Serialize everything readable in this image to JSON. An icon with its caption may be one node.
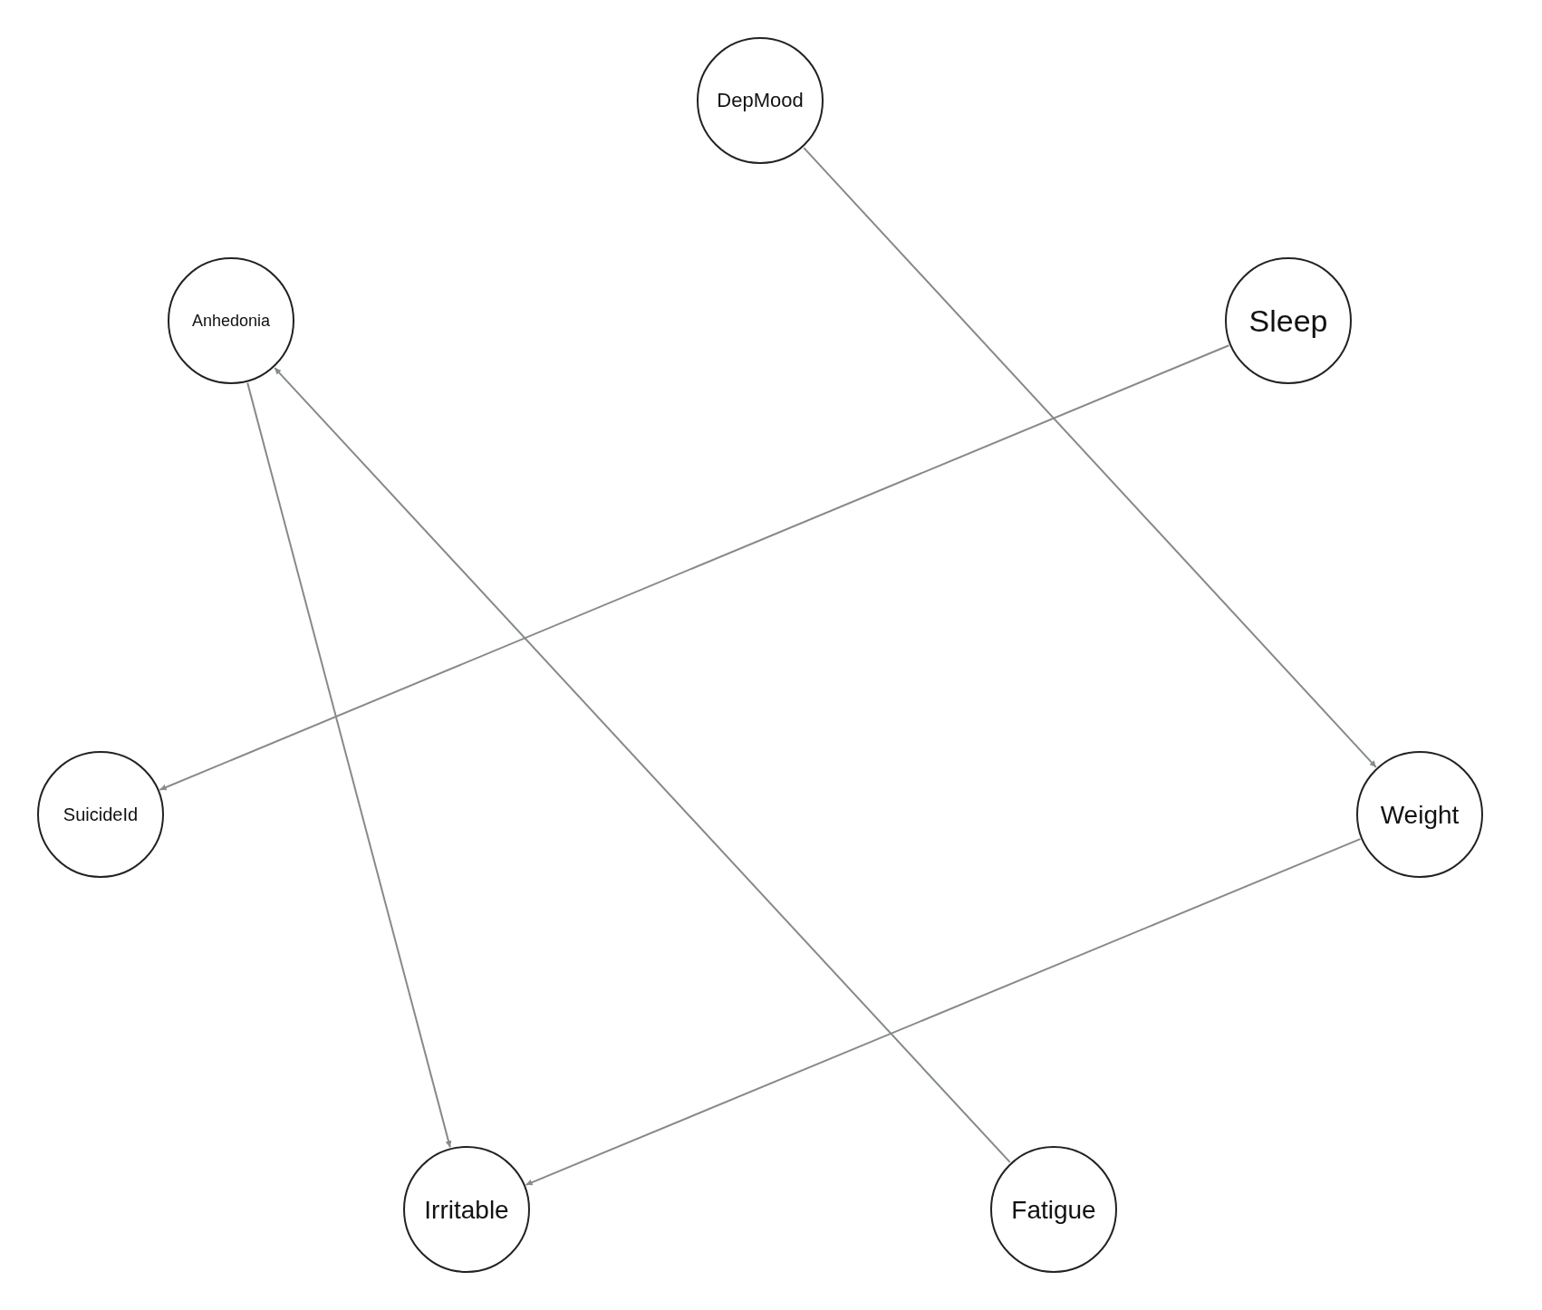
{
  "diagram": {
    "nodes": [
      {
        "text": [
          "DepMood"
        ]
      },
      {
        "text": [
          "Anhedonia"
        ]
      },
      {
        "text": [
          "Sleep"
        ]
      },
      {
        "text": [
          "SuicideId"
        ]
      },
      {
        "text": [
          "Weight"
        ]
      },
      {
        "text": [
          "Irritable"
        ]
      },
      {
        "text": [
          "Fatigue"
        ]
      }
    ],
    "edges": [
      {
        "from": 0,
        "to": 4,
        "arrow": "to"
      },
      {
        "from": 2,
        "to": 3,
        "arrow": "to"
      },
      {
        "from": 1,
        "to": 5,
        "arrow": "to"
      },
      {
        "from": 6,
        "to": 1,
        "arrow": "to"
      },
      {
        "from": 4,
        "to": 5,
        "arrow": "to"
      }
    ]
  }
}
